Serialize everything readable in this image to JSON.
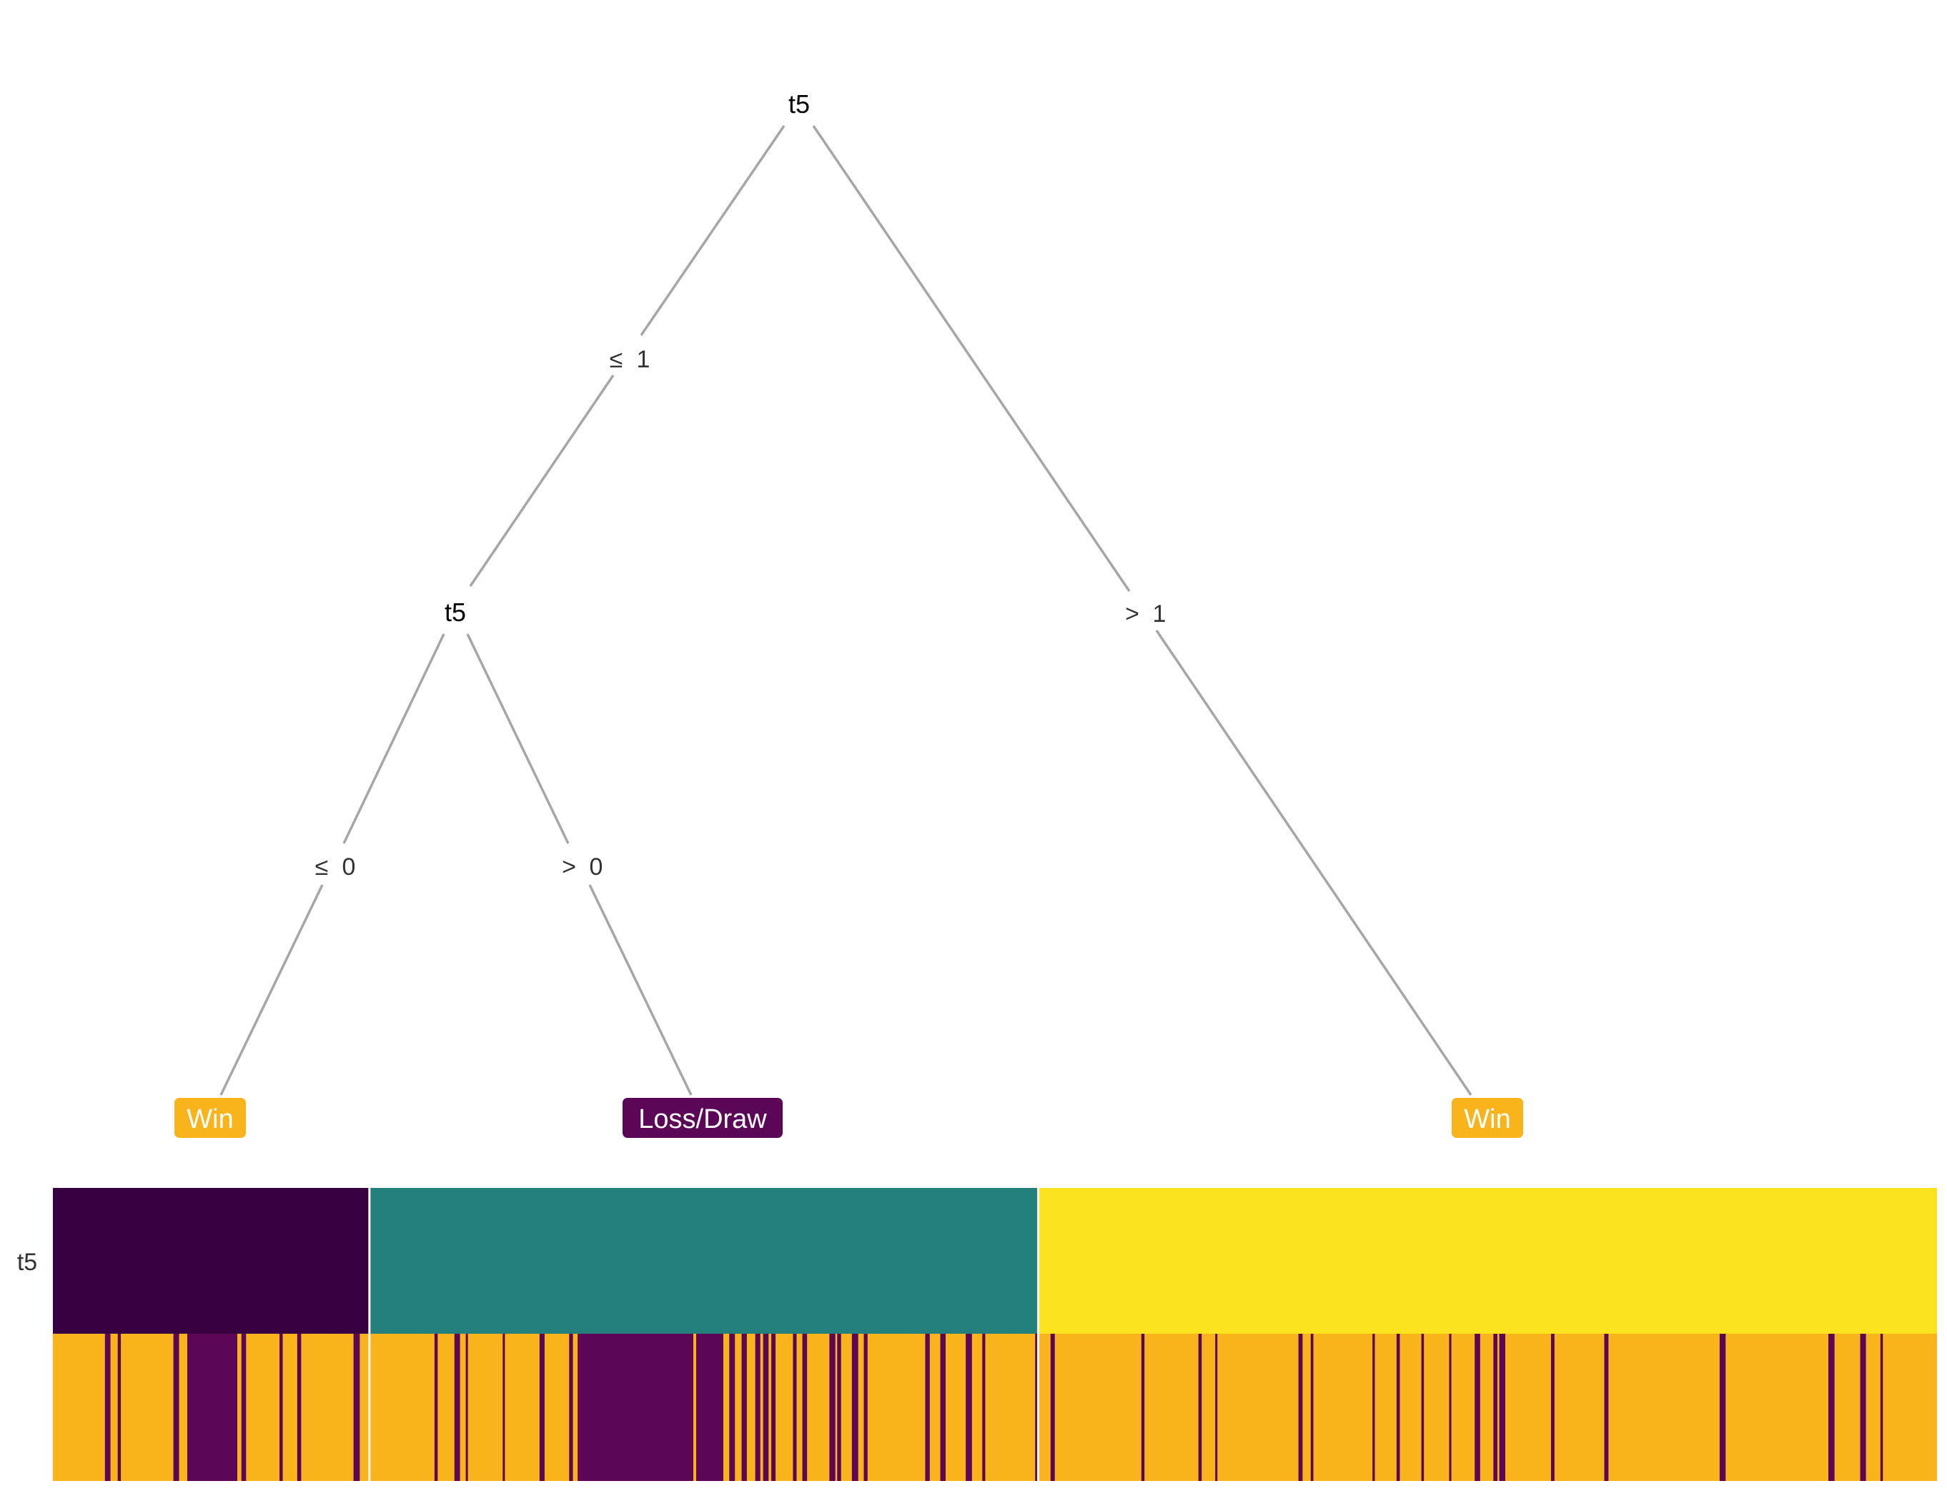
{
  "tree": {
    "root": {
      "label": "t5"
    },
    "split_root_left": {
      "op": "≤",
      "value": "1"
    },
    "split_root_right": {
      "op": ">",
      "value": "1"
    },
    "inner": {
      "label": "t5"
    },
    "split_inner_left": {
      "op": "≤",
      "value": "0"
    },
    "split_inner_right": {
      "op": ">",
      "value": "0"
    },
    "leaves": [
      {
        "label": "Win",
        "color": "#f9b31b"
      },
      {
        "label": "Loss/Draw",
        "color": "#5b0657"
      },
      {
        "label": "Win",
        "color": "#f9b31b"
      }
    ]
  },
  "heatmap": {
    "feature_label": "t5",
    "feature_segments": [
      {
        "value": 0,
        "fraction": 0.168,
        "color": "#360041"
      },
      {
        "value": 1,
        "fraction": 0.355,
        "color": "#24807a"
      },
      {
        "value": 2,
        "fraction": 0.477,
        "color": "#fbe31f"
      }
    ],
    "outcome_colors": {
      "Win": "#f9b31b",
      "Loss/Draw": "#5b0657"
    }
  }
}
